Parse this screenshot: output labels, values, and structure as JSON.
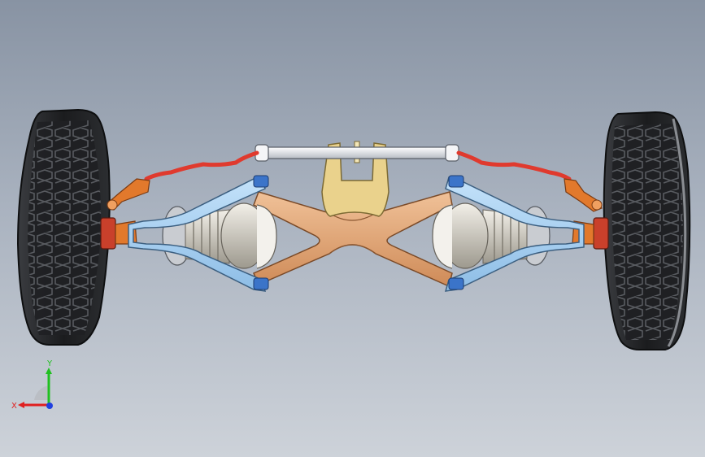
{
  "viewport": {
    "colors": {
      "bg_top": "#8893a3",
      "bg_bottom": "#cdd2d9",
      "tire": "#1b1c1e",
      "tread_edge": "#4a4d52",
      "tie_rod": "#e03a2e",
      "steering_arm": "#e2792c",
      "knuckle": "#c9402b",
      "control_arm": "#9fcdf0",
      "arm_bushing": "#3b74c9",
      "subframe": "#e0a273",
      "mount_bracket": "#ead28c",
      "rack": "#e6e8ec",
      "cv_boot": "#d4d0c6"
    },
    "model": {
      "parts": [
        {
          "name": "left-wheel"
        },
        {
          "name": "right-wheel"
        },
        {
          "name": "steering-rack"
        },
        {
          "name": "left-tie-rod"
        },
        {
          "name": "right-tie-rod"
        },
        {
          "name": "left-lower-control-arm"
        },
        {
          "name": "right-lower-control-arm"
        },
        {
          "name": "subframe"
        },
        {
          "name": "mount-bracket"
        },
        {
          "name": "left-drive-shaft"
        },
        {
          "name": "right-drive-shaft"
        }
      ]
    },
    "triad": {
      "x_label": "X",
      "y_label": "Y",
      "x_color": "#e02020",
      "y_color": "#20c020",
      "z_color": "#2040e0"
    }
  }
}
